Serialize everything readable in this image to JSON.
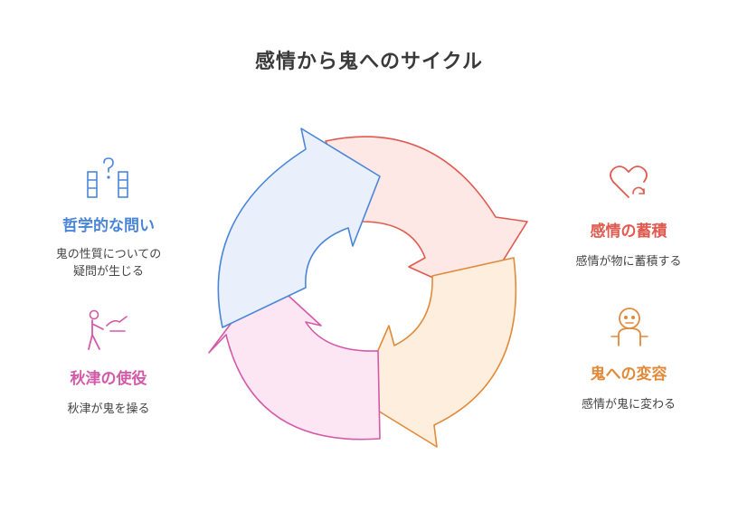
{
  "title": "感情から鬼へのサイクル",
  "colors": {
    "red": "#e05a50",
    "orange": "#e08a3a",
    "pink": "#d35aa8",
    "blue": "#4a86d8",
    "title": "#3a3a3a"
  },
  "stages": [
    {
      "heading": "感情の蓄積",
      "text": "感情が物に蓄積する",
      "icon": "heart-refresh-icon",
      "color": "#e05a50"
    },
    {
      "heading": "鬼への変容",
      "text": "感情が鬼に変わる",
      "icon": "alien-icon",
      "color": "#e08a3a"
    },
    {
      "heading": "秋津の使役",
      "text": "秋津が鬼を操る",
      "icon": "person-pushing-icon",
      "color": "#d35aa8"
    },
    {
      "heading": "哲学的な問い",
      "text_lines": [
        "鬼の性質についての",
        "疑問が生じる"
      ],
      "icon": "question-doors-icon",
      "color": "#4a86d8"
    }
  ]
}
